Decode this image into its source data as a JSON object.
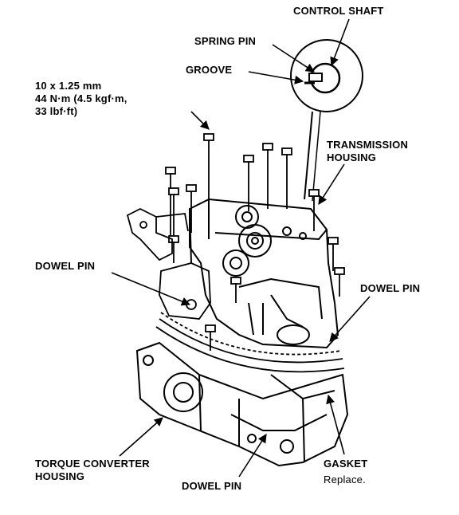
{
  "labels": {
    "control_shaft": "CONTROL SHAFT",
    "spring_pin": "SPRING PIN",
    "groove": "GROOVE",
    "bolt_spec": [
      "10 x 1.25 mm",
      "44 N·m (4.5 kgf·m,",
      "33 lbf·ft)"
    ],
    "transmission_housing": [
      "TRANSMISSION",
      "HOUSING"
    ],
    "dowel_pin_left": "DOWEL PIN",
    "dowel_pin_right": "DOWEL PIN",
    "dowel_pin_bottom": "DOWEL PIN",
    "torque_converter_housing": [
      "TORQUE CONVERTER",
      "HOUSING"
    ],
    "gasket": "GASKET",
    "gasket_note": "Replace."
  }
}
